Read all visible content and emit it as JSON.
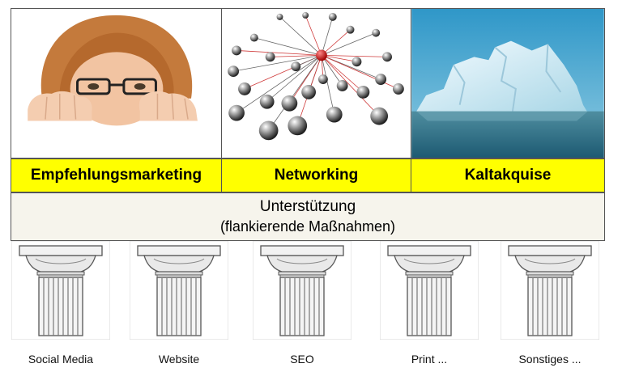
{
  "panels": [
    {
      "icon": "peeking-woman-image",
      "label": "Empfehlungsmarketing"
    },
    {
      "icon": "network-spheres-image",
      "label": "Networking"
    },
    {
      "icon": "iceberg-image",
      "label": "Kaltakquise"
    }
  ],
  "support": {
    "title": "Unterstützung",
    "subtitle": "(flankierende Maßnahmen)"
  },
  "pillars": [
    {
      "label": "Social Media"
    },
    {
      "label": "Website"
    },
    {
      "label": "SEO"
    },
    {
      "label": "Print ..."
    },
    {
      "label": "Sonstiges ..."
    }
  ],
  "colors": {
    "label_bar": "#ffff00",
    "support_band": "#f6f4ec",
    "network_center": "#e0141c"
  }
}
